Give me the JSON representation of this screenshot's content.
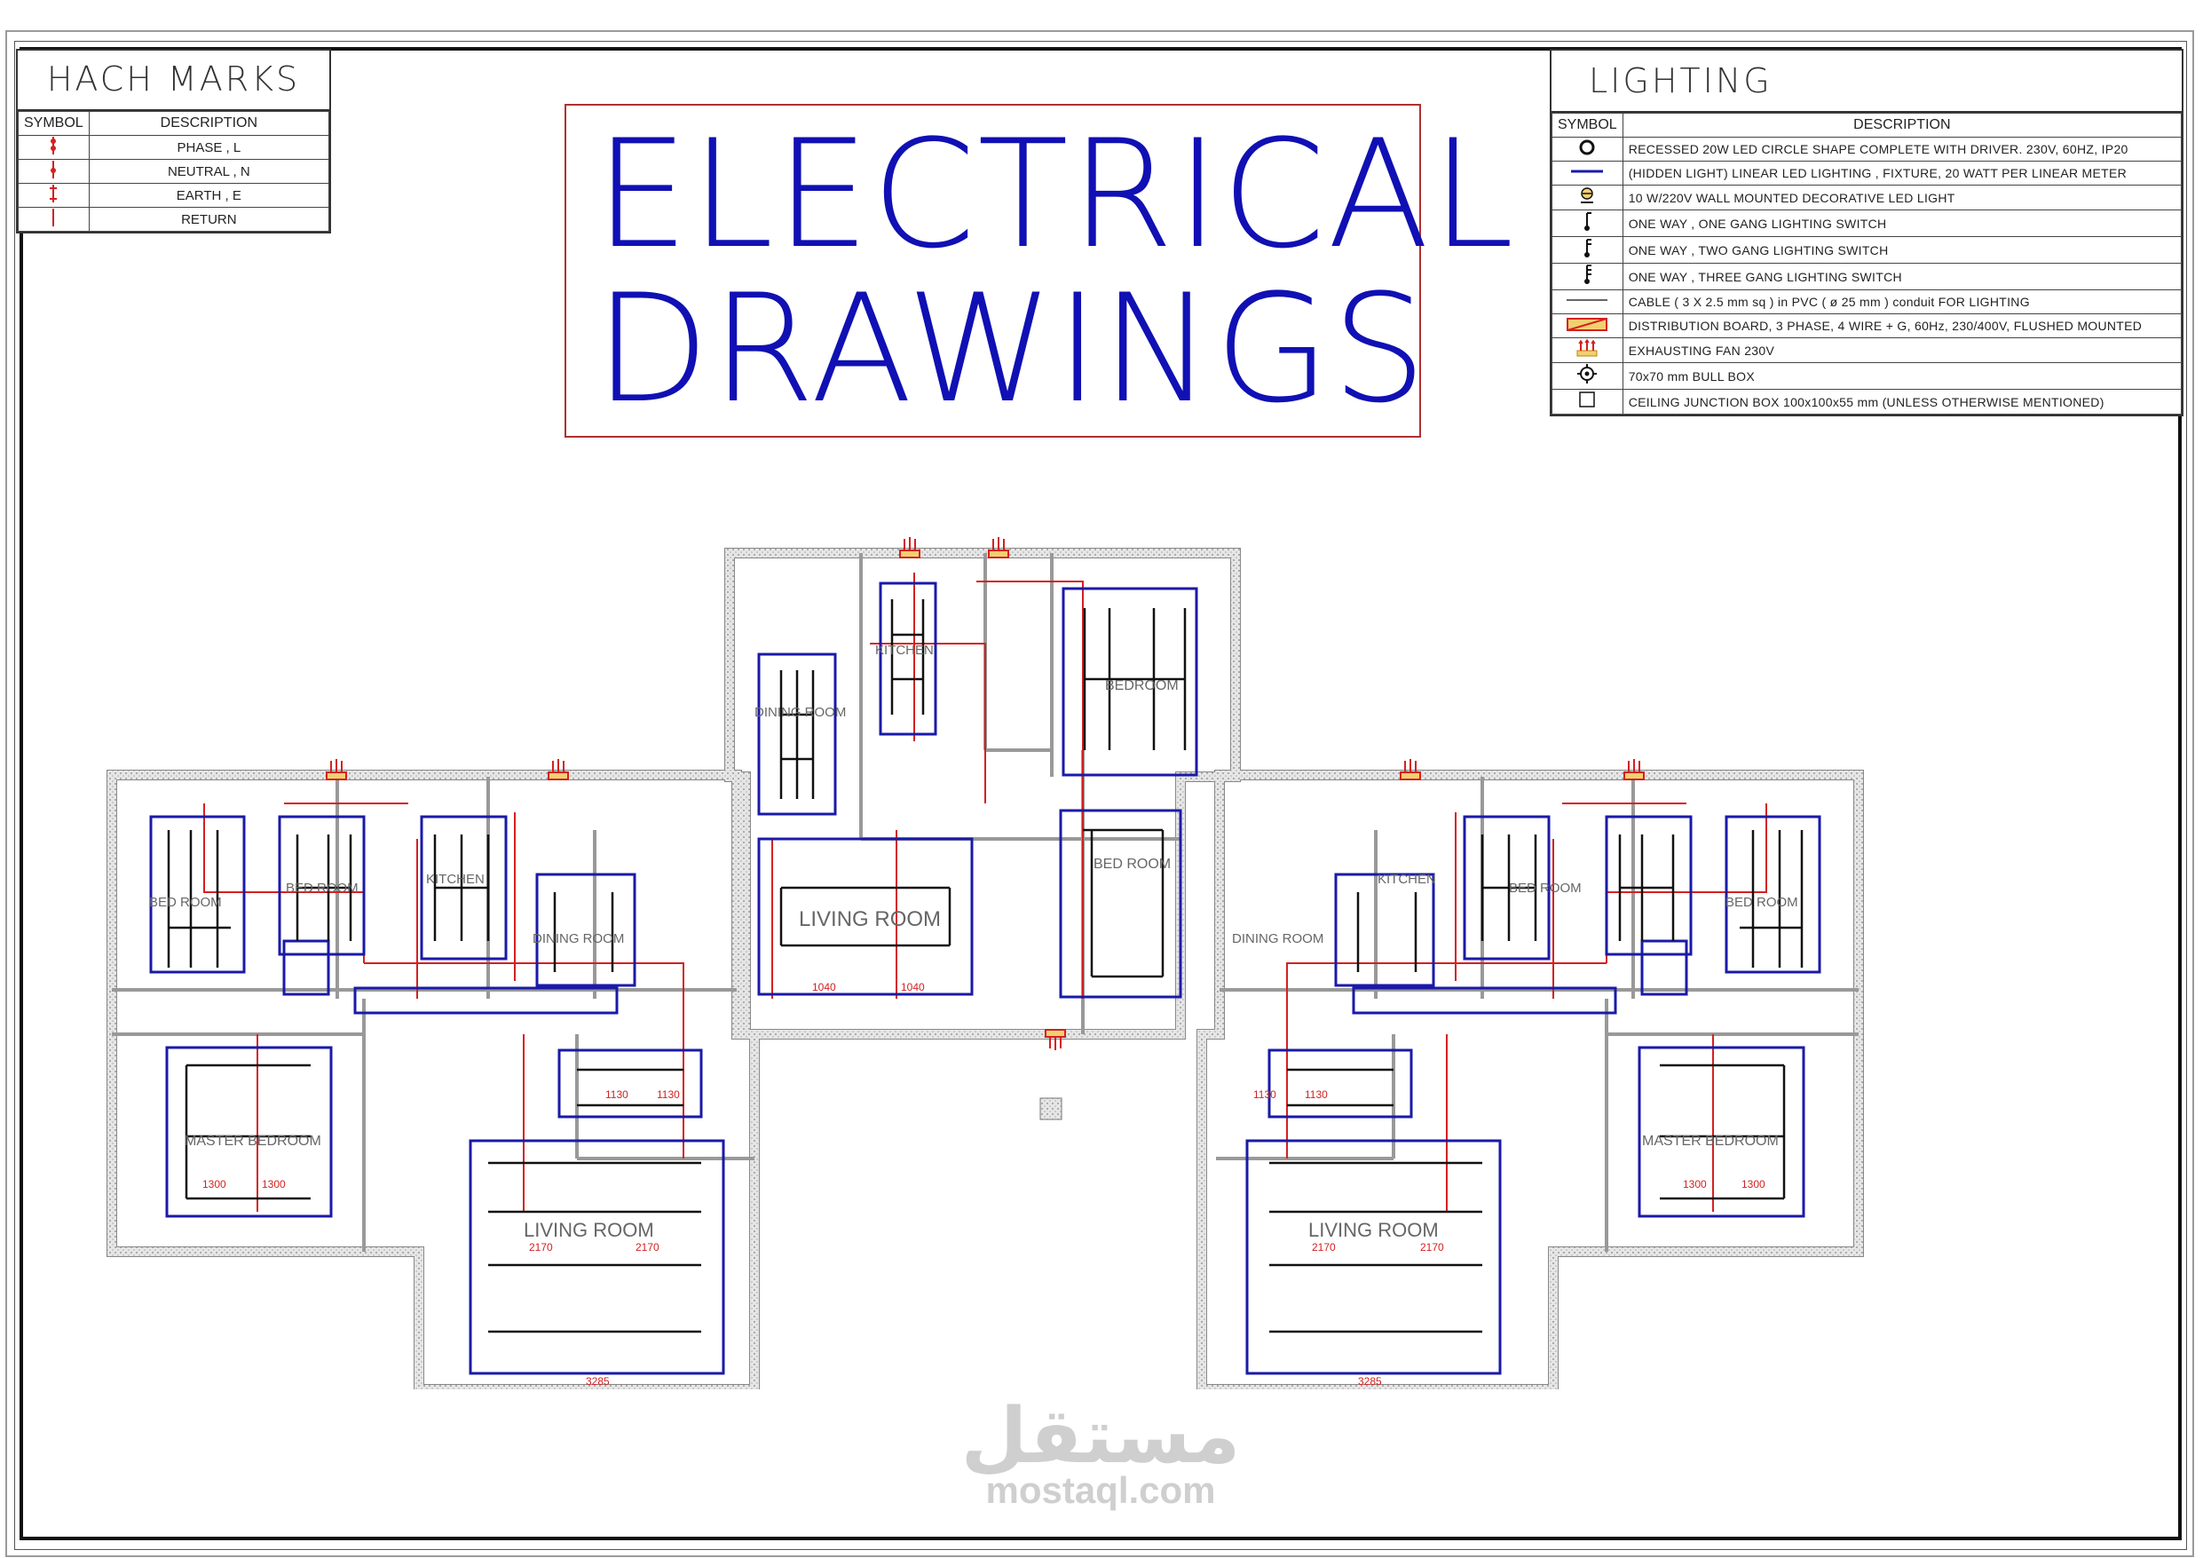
{
  "hach_marks": {
    "title": "HACH MARKS",
    "headers": {
      "symbol": "SYMBOL",
      "description": "DESCRIPTION"
    },
    "rows": [
      {
        "icon": "phase-mark-icon",
        "description": "PHASE , L"
      },
      {
        "icon": "neutral-mark-icon",
        "description": "NEUTRAL , N"
      },
      {
        "icon": "earth-mark-icon",
        "description": "EARTH , E"
      },
      {
        "icon": "return-mark-icon",
        "description": "RETURN"
      }
    ]
  },
  "title": {
    "line1": "ELECTRICAL",
    "line2": "DRAWINGS"
  },
  "lighting": {
    "title": "LIGHTING",
    "headers": {
      "symbol": "SYMBOL",
      "description": "DESCRIPTION"
    },
    "rows": [
      {
        "icon": "recessed-circle-light-icon",
        "description": "RECESSED 20W LED CIRCLE SHAPE COMPLETE WITH DRIVER.  230V, 60HZ, IP20"
      },
      {
        "icon": "linear-led-icon",
        "description": "(HIDDEN LIGHT) LINEAR LED LIGHTING , FIXTURE, 20 WATT PER LINEAR METER"
      },
      {
        "icon": "wall-light-icon",
        "description": "10 W/220V WALL MOUNTED DECORATIVE LED LIGHT"
      },
      {
        "icon": "one-gang-switch-icon",
        "description": "ONE WAY , ONE GANG LIGHTING SWITCH"
      },
      {
        "icon": "two-gang-switch-icon",
        "description": "ONE WAY , TWO GANG LIGHTING SWITCH"
      },
      {
        "icon": "three-gang-switch-icon",
        "description": "ONE WAY , THREE GANG LIGHTING SWITCH"
      },
      {
        "icon": "cable-line-icon",
        "description": "CABLE ( 3 X 2.5 mm sq ) in  PVC ( ø 25 mm ) conduit FOR LIGHTING"
      },
      {
        "icon": "distribution-board-icon",
        "description": "DISTRIBUTION BOARD, 3 PHASE, 4 WIRE + G, 60Hz, 230/400V, FLUSHED MOUNTED"
      },
      {
        "icon": "exhaust-fan-icon",
        "description": "EXHAUSTING FAN 230V"
      },
      {
        "icon": "bull-box-icon",
        "description": "70x70 mm BULL BOX"
      },
      {
        "icon": "junction-box-icon",
        "description": "CEILING JUNCTION BOX 100x100x55 mm (UNLESS OTHERWISE MENTIONED)"
      }
    ]
  },
  "plan": {
    "rooms": {
      "dining_top": "DINING ROOM",
      "kitchen_top": "KITCHEN",
      "bedroom_top": "BEDROOM",
      "living_center": "LIVING ROOM",
      "bedroom_center": "BED ROOM",
      "left_bedroom": "BED ROOM",
      "left_bedroom2": "BED ROOM",
      "left_kitchen": "KITCHEN",
      "left_dining": "DINING ROOM",
      "left_master": "MASTER  BEDROOM",
      "left_living": "LIVING ROOM",
      "right_dining": "DINING ROOM",
      "right_kitchen": "KITCHEN",
      "right_bedroom": "BED ROOM",
      "right_bedroom2": "BED ROOM",
      "right_master": "MASTER  BEDROOM",
      "right_living": "LIVING ROOM"
    },
    "dimensions": {
      "d1040a": "1040",
      "d1040b": "1040",
      "d1130a": "1130",
      "d1130b": "1130",
      "d1130c": "1130",
      "d1130d": "1130",
      "d2170a": "2170",
      "d2170b": "2170",
      "d2170c": "2170",
      "d2170d": "2170",
      "d1300a": "1300",
      "d1300b": "1300",
      "d1300c": "1300",
      "d1300d": "1300",
      "d3285a": "3285",
      "d3285b": "3285"
    }
  },
  "watermark": {
    "arabic": "مستقل",
    "latin": "mostaql.com"
  },
  "colors": {
    "title": "#1010b4",
    "fixture_lines": "#1a1aa8",
    "cables": "#d42020",
    "walls": "#888888",
    "title_border": "#b03030"
  }
}
